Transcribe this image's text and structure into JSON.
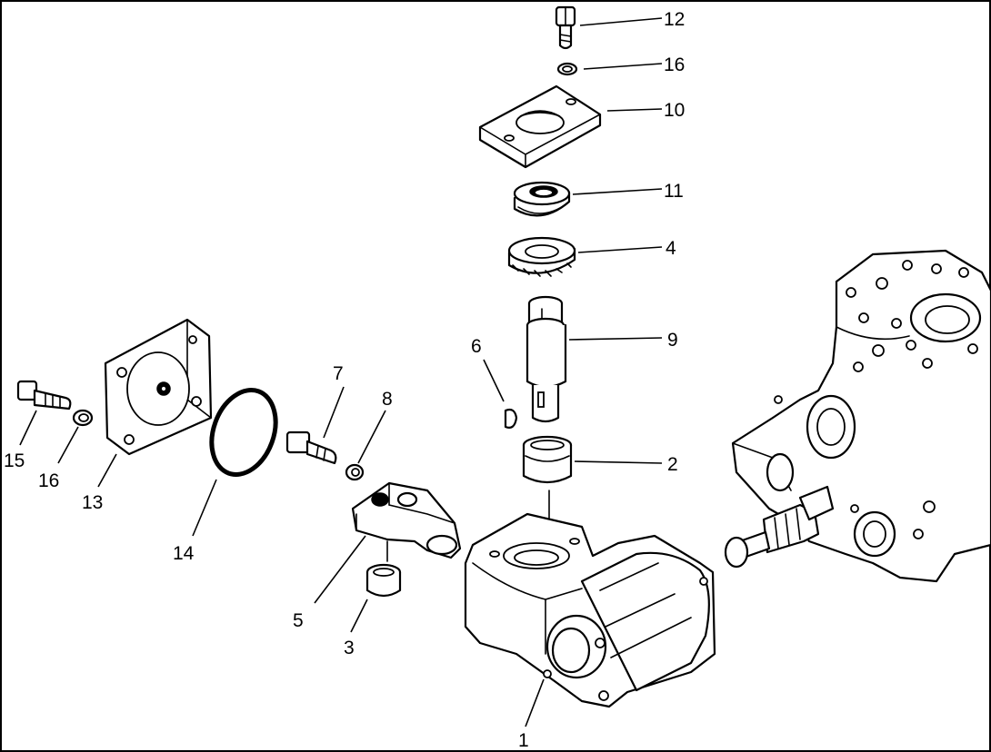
{
  "callouts": [
    {
      "id": "1",
      "label": "1"
    },
    {
      "id": "2",
      "label": "2"
    },
    {
      "id": "3",
      "label": "3"
    },
    {
      "id": "4",
      "label": "4"
    },
    {
      "id": "5",
      "label": "5"
    },
    {
      "id": "6",
      "label": "6"
    },
    {
      "id": "7",
      "label": "7"
    },
    {
      "id": "8",
      "label": "8"
    },
    {
      "id": "9",
      "label": "9"
    },
    {
      "id": "10",
      "label": "10"
    },
    {
      "id": "11",
      "label": "11"
    },
    {
      "id": "12",
      "label": "12"
    },
    {
      "id": "13",
      "label": "13"
    },
    {
      "id": "14",
      "label": "14"
    },
    {
      "id": "15",
      "label": "15"
    },
    {
      "id": "16a",
      "label": "16"
    },
    {
      "id": "16b",
      "label": "16"
    }
  ]
}
